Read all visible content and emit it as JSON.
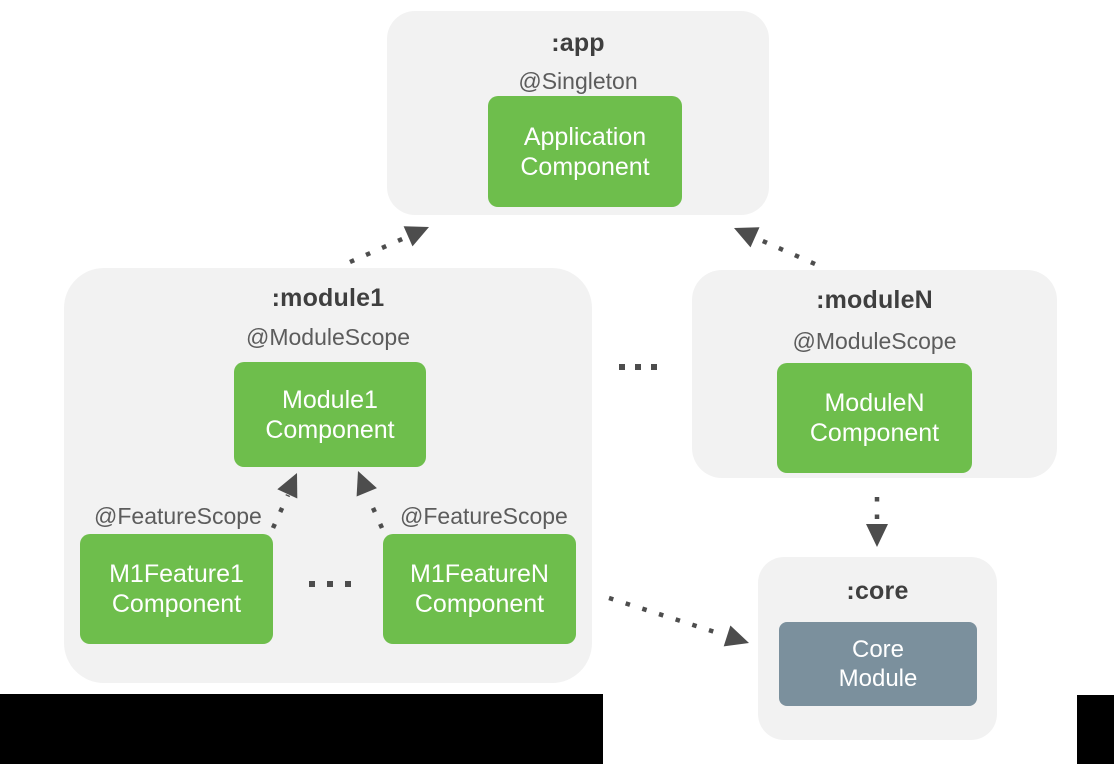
{
  "containers": {
    "app": {
      "title": ":app",
      "scope": "@Singleton",
      "component": {
        "lines": [
          "Application",
          "Component"
        ]
      }
    },
    "module1": {
      "title": ":module1",
      "scope": "@ModuleScope",
      "component": {
        "lines": [
          "Module1",
          "Component"
        ]
      },
      "feature_scope_left": "@FeatureScope",
      "feature_scope_right": "@FeatureScope",
      "features": [
        {
          "lines": [
            "M1Feature1",
            "Component"
          ]
        },
        {
          "lines": [
            "M1FeatureN",
            "Component"
          ]
        }
      ]
    },
    "moduleN": {
      "title": ":moduleN",
      "scope": "@ModuleScope",
      "component": {
        "lines": [
          "ModuleN",
          "Component"
        ]
      }
    },
    "core": {
      "title": ":core",
      "component": {
        "lines": [
          "Core",
          "Module"
        ]
      }
    }
  },
  "relations": [
    {
      "from": "module1",
      "to": "app",
      "style": "dotted-arrow"
    },
    {
      "from": "moduleN",
      "to": "app",
      "style": "dotted-arrow"
    },
    {
      "from": "m1feature1",
      "to": "module1-component",
      "style": "dotted-arrow"
    },
    {
      "from": "m1featureN",
      "to": "module1-component",
      "style": "dotted-arrow"
    },
    {
      "from": "moduleN",
      "to": "core",
      "style": "dotted-arrow"
    },
    {
      "from": "module1",
      "to": "core",
      "style": "dotted-arrow"
    }
  ],
  "decorations": {
    "ellipsis_between_modules": "ellipsis-dots",
    "ellipsis_between_features": "ellipsis-dots",
    "letterbox_bars": 2
  },
  "colors": {
    "page_background": "#ffffff",
    "container_bg": "#f2f2f2",
    "component_green": "#6ebe4c",
    "core_slate": "#7b909d",
    "box_text": "#ffffff",
    "title_text": "#3f3f3f",
    "scope_text": "#5c5c5c",
    "arrow": "#4d4d4d",
    "letterbox": "#000000"
  }
}
